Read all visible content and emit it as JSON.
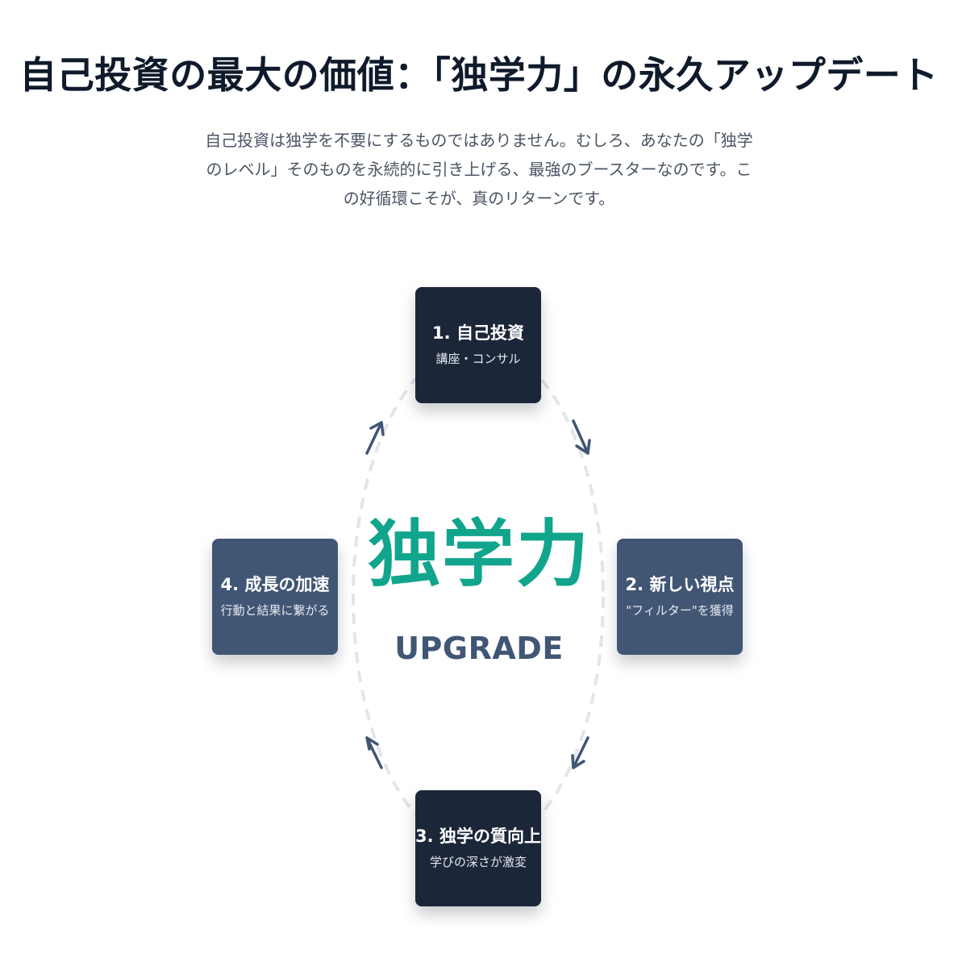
{
  "header": {
    "title": "自己投資の最大の価値：「独学力」の永久アップデート",
    "lead": "自己投資は独学を不要にするものではありません。むしろ、あなたの「独学のレベル」そのものを永続的に引き上げる、最強のブースターなのです。この好循環こそが、真のリターンです。"
  },
  "center": {
    "main": "独学力",
    "sub": "UPGRADE",
    "main_color": "#12a58d"
  },
  "nodes": [
    {
      "title": "1. 自己投資",
      "subtitle": "講座・コンサル",
      "color": "#1c2639"
    },
    {
      "title": "2. 新しい視点",
      "subtitle": "\"フィルター\"を獲得",
      "color": "#415675"
    },
    {
      "title": "3. 独学の質向上",
      "subtitle": "学びの深さが激変",
      "color": "#1c2639"
    },
    {
      "title": "4. 成長の加速",
      "subtitle": "行動と結果に繋がる",
      "color": "#415675"
    }
  ],
  "colors": {
    "ring": "#e3e5e8",
    "arrow": "#415675"
  }
}
